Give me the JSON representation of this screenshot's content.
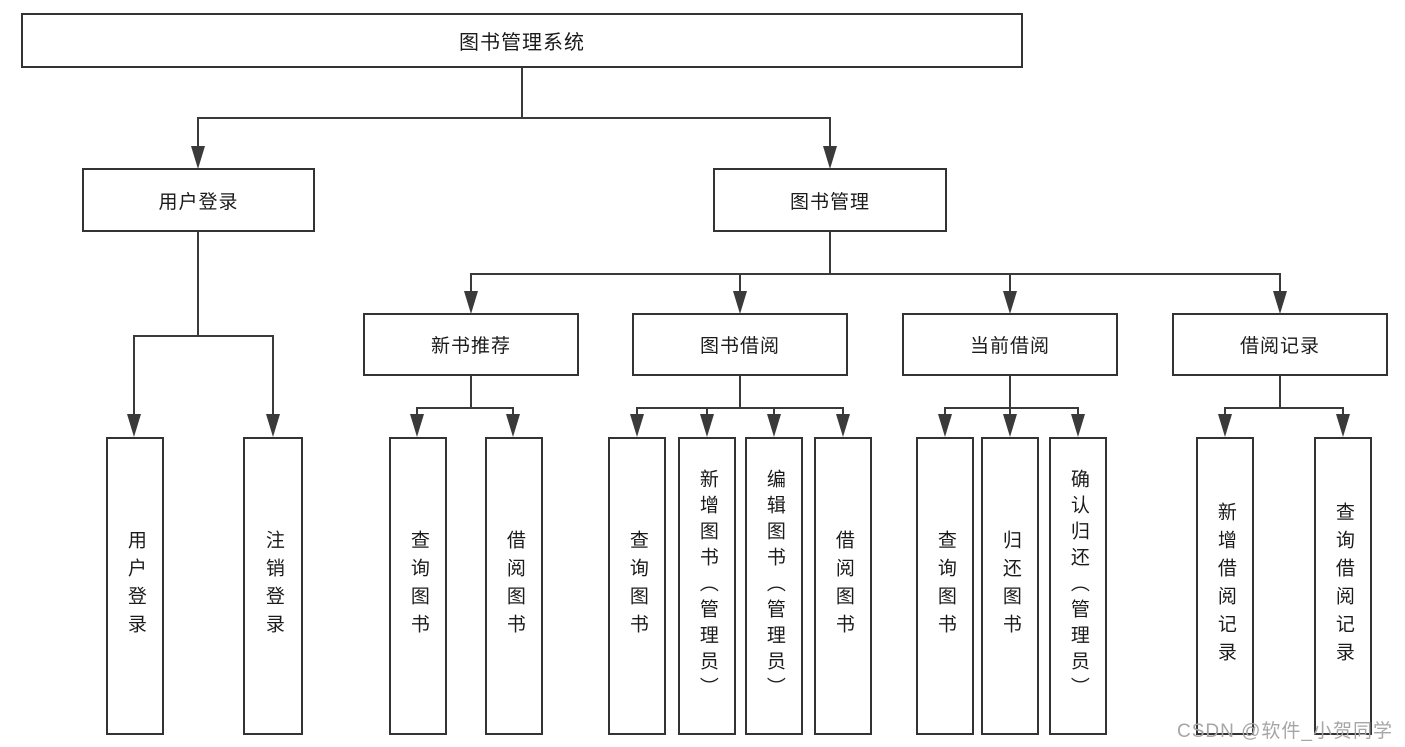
{
  "diagram_title": "图书管理系统",
  "colors": {
    "background": "#ffffff",
    "box_border": "#333333",
    "connector_line": "#3a3a3a",
    "text": "#1b1b1b",
    "watermark_text": "#a6a6a6"
  },
  "tree": {
    "label": "图书管理系统",
    "children": [
      {
        "label": "用户登录",
        "children": [
          {
            "label": "用户登录"
          },
          {
            "label": "注销登录"
          }
        ]
      },
      {
        "label": "图书管理",
        "children": [
          {
            "label": "新书推荐",
            "children": [
              {
                "label": "查询图书"
              },
              {
                "label": "借阅图书"
              }
            ]
          },
          {
            "label": "图书借阅",
            "children": [
              {
                "label": "查询图书"
              },
              {
                "label": "新增图书（管理员）"
              },
              {
                "label": "编辑图书（管理员）"
              },
              {
                "label": "借阅图书"
              }
            ]
          },
          {
            "label": "当前借阅",
            "children": [
              {
                "label": "查询图书"
              },
              {
                "label": "归还图书"
              },
              {
                "label": "确认归还（管理员）"
              }
            ]
          },
          {
            "label": "借阅记录",
            "children": [
              {
                "label": "新增借阅记录"
              },
              {
                "label": "查询借阅记录"
              }
            ]
          }
        ]
      }
    ]
  },
  "watermark": {
    "text": "CSDN @软件_小贺同学"
  }
}
